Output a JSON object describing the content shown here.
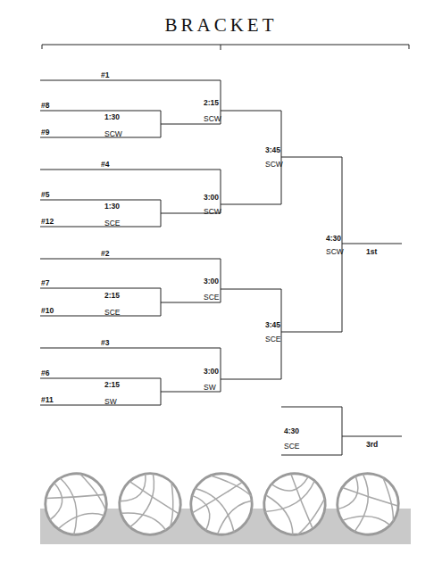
{
  "diagram": {
    "title": "BRACKET",
    "labels": [
      "#1",
      "#8",
      "1:30",
      "SCW",
      "#9",
      "2:15",
      "SCW",
      "3:45",
      "SCW",
      "#4",
      "#5",
      "1:30",
      "SCE",
      "#12",
      "3:00",
      "SCW",
      "4:30",
      "SCW",
      "1st",
      "#2",
      "#7",
      "2:15",
      "SCE",
      "#10",
      "3:00",
      "SCE",
      "3:45",
      "SCE",
      "#3",
      "#6",
      "2:15",
      "SW",
      "#11",
      "3:00",
      "SW",
      "4:30",
      "SCE",
      "3rd"
    ]
  }
}
